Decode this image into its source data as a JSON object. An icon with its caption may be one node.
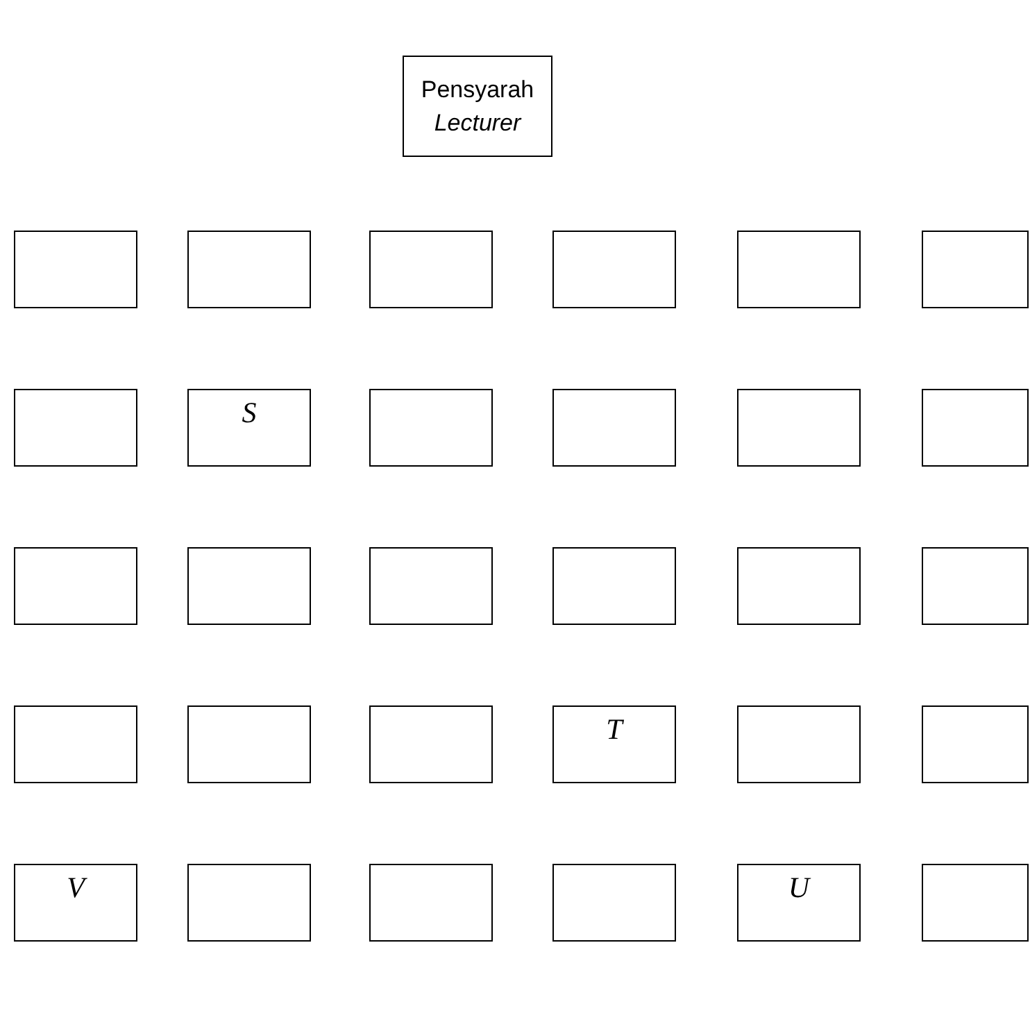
{
  "diagram": {
    "nodes": [
      {
        "text": [
          "Pensyarah",
          "Lecturer"
        ]
      },
      {
        "text": [],
        "shape": "box"
      },
      {
        "text": [],
        "shape": "box"
      },
      {
        "text": [],
        "shape": "box"
      },
      {
        "text": [],
        "shape": "box"
      },
      {
        "text": [],
        "shape": "box"
      },
      {
        "text": [],
        "shape": "box"
      },
      {
        "text": [],
        "shape": "box"
      },
      {
        "text": [
          "S"
        ]
      },
      {
        "text": [],
        "shape": "box"
      },
      {
        "text": [],
        "shape": "box"
      },
      {
        "text": [],
        "shape": "box"
      },
      {
        "text": [],
        "shape": "box"
      },
      {
        "text": [],
        "shape": "box"
      },
      {
        "text": [],
        "shape": "box"
      },
      {
        "text": [],
        "shape": "box"
      },
      {
        "text": [],
        "shape": "box"
      },
      {
        "text": [],
        "shape": "box"
      },
      {
        "text": [],
        "shape": "box"
      },
      {
        "text": [],
        "shape": "box"
      },
      {
        "text": [],
        "shape": "box"
      },
      {
        "text": [],
        "shape": "box"
      },
      {
        "text": [
          "T"
        ]
      },
      {
        "text": [],
        "shape": "box"
      },
      {
        "text": [],
        "shape": "box"
      },
      {
        "text": [
          "V"
        ]
      },
      {
        "text": [],
        "shape": "box"
      },
      {
        "text": [],
        "shape": "box"
      },
      {
        "text": [],
        "shape": "box"
      },
      {
        "text": [
          "U"
        ]
      },
      {
        "text": [],
        "shape": "box"
      }
    ]
  }
}
